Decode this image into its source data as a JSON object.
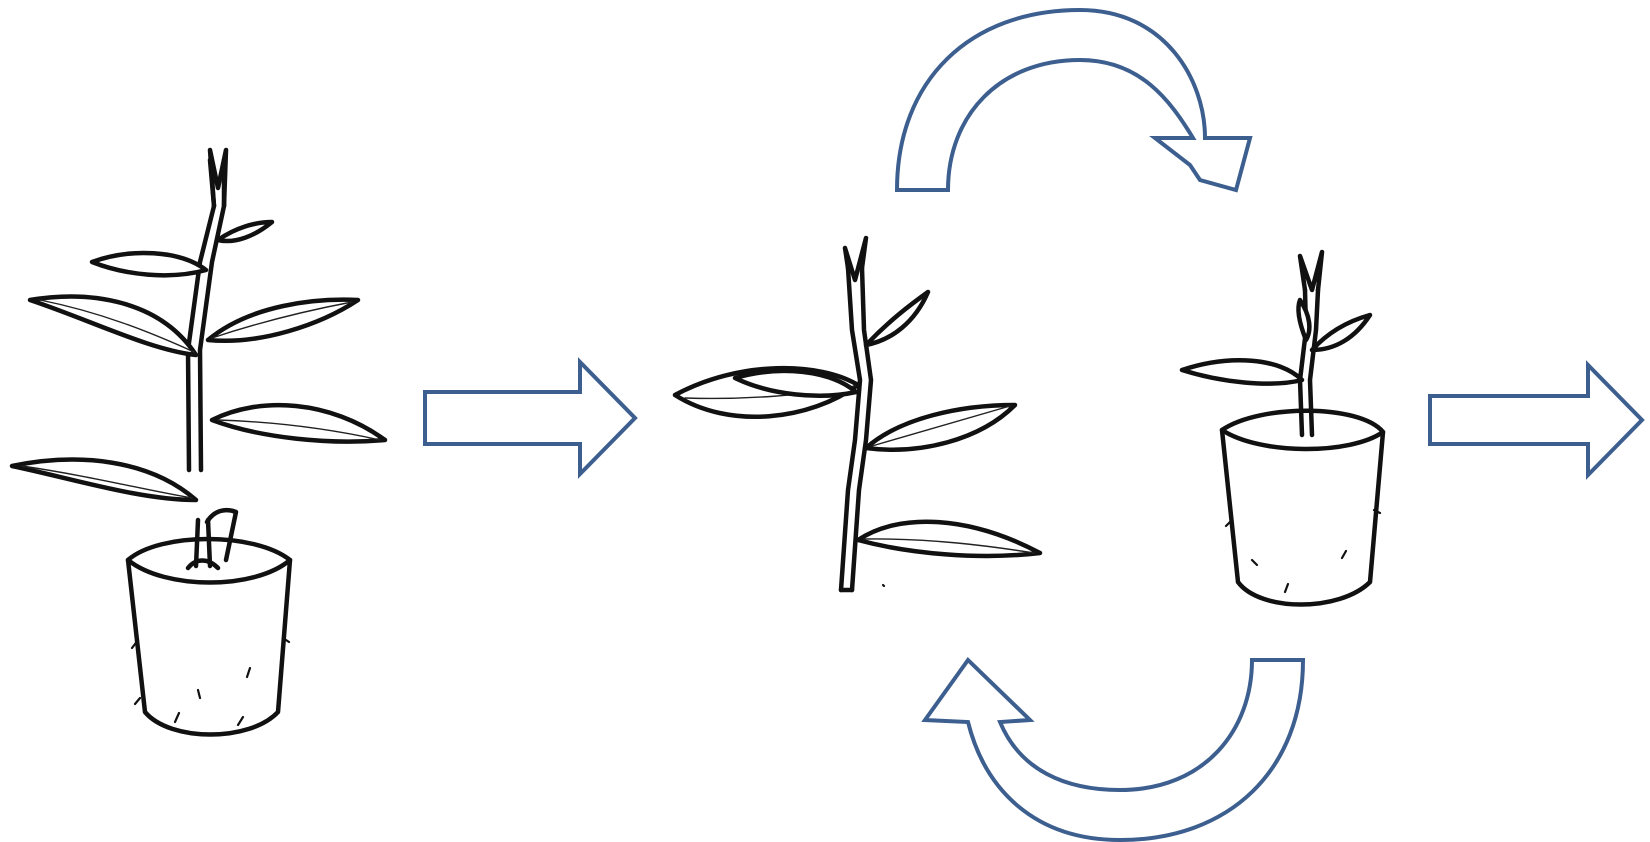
{
  "diagram": {
    "description_free": true,
    "colors": {
      "arrow_outline": "#3d5f8f",
      "ink": "#111111",
      "background": "#ffffff"
    },
    "stages": [
      {
        "id": "stock-plant-in-plug",
        "icon": "plant-in-plug-icon"
      },
      {
        "id": "cutting",
        "icon": "cutting-icon"
      },
      {
        "id": "rooted-cutting-in-plug",
        "icon": "plant-in-plug-icon"
      }
    ],
    "arrows": [
      {
        "id": "arrow-1",
        "type": "block-right"
      },
      {
        "id": "arrow-cycle-top",
        "type": "curved-clockwise"
      },
      {
        "id": "arrow-cycle-bottom",
        "type": "curved-clockwise"
      },
      {
        "id": "arrow-2",
        "type": "block-right"
      }
    ]
  }
}
